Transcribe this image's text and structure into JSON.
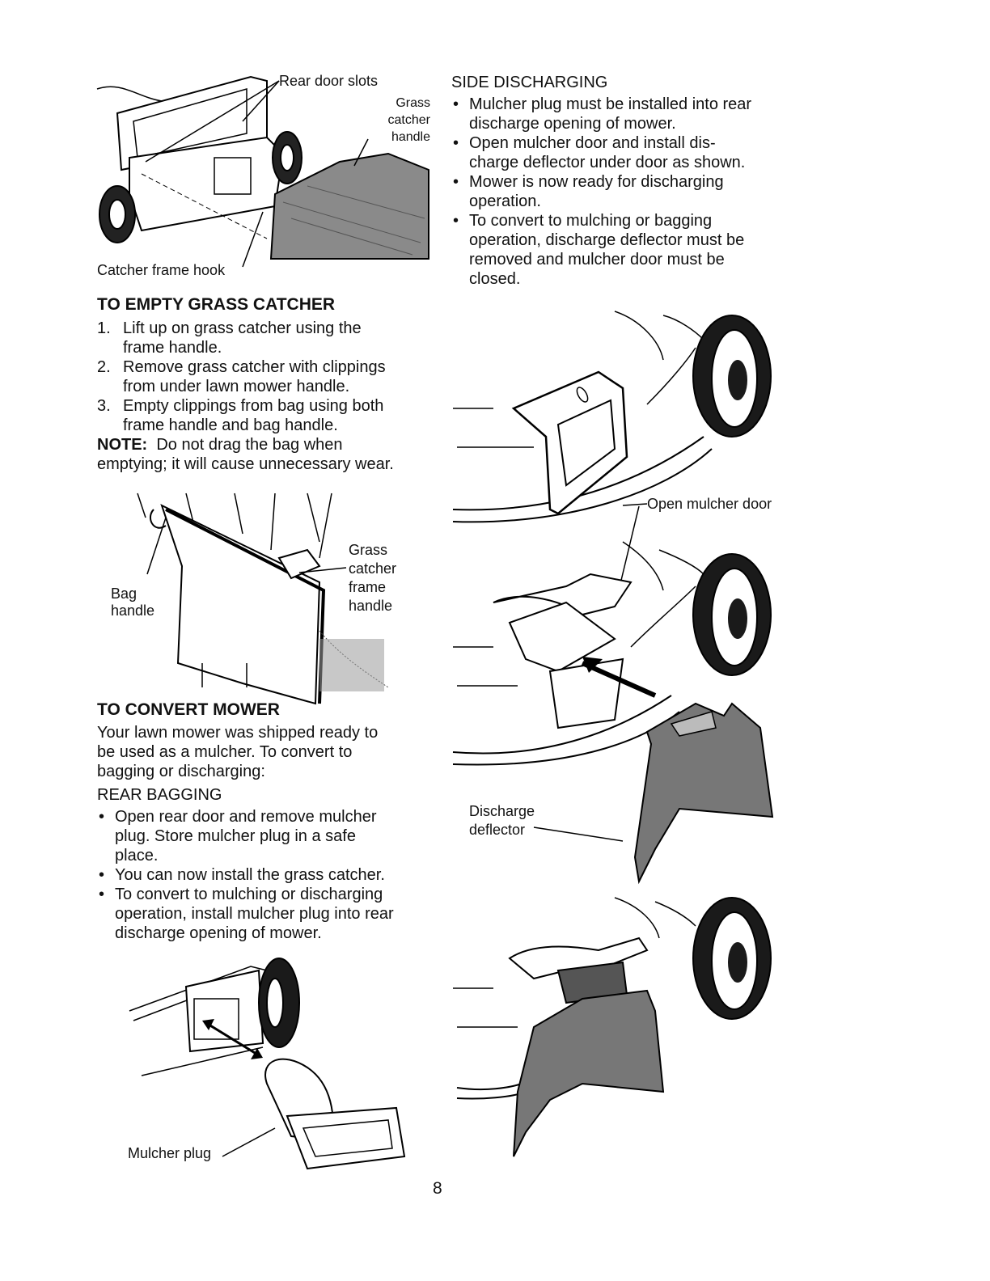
{
  "page_number": "8",
  "figures": {
    "catcher_top": {
      "rear_door_slots": "Rear door slots",
      "grass_catcher_handle": [
        "Grass",
        "catcher",
        "handle"
      ],
      "catcher_frame_hook": "Catcher frame hook"
    },
    "emptying": {
      "bag_handle": [
        "Bag",
        "handle"
      ],
      "grass_catcher_frame_handle": [
        "Grass",
        "catcher",
        "frame",
        "handle"
      ]
    },
    "mulcher_plug": {
      "label": "Mulcher plug"
    },
    "side": {
      "open_mulcher_door": "Open mulcher door",
      "discharge_deflector": [
        "Discharge",
        "deflector"
      ]
    }
  },
  "empty_catcher": {
    "heading": "TO EMPTY GRASS CATCHER",
    "steps": [
      {
        "num": "1.",
        "lines": [
          "Lift up on grass catcher using the",
          "frame handle."
        ]
      },
      {
        "num": "2.",
        "lines": [
          "Remove grass catcher with clippings",
          "from under lawn mower handle."
        ]
      },
      {
        "num": "3.",
        "lines": [
          "Empty clippings from bag using both",
          "frame handle and bag handle."
        ]
      }
    ],
    "note_label": "NOTE:",
    "note_lines": [
      "Do not drag the bag when",
      "emptying;  it will cause unnecessary wear."
    ]
  },
  "convert": {
    "heading": "TO CONVERT MOWER",
    "intro_lines": [
      "Your lawn mower was shipped ready to",
      "be used as a mulcher.  To convert to",
      "bagging or discharging:"
    ],
    "rear_bagging_heading": "REAR BAGGING",
    "rear_bullets": [
      {
        "lines": [
          "Open rear door and remove mulcher",
          "plug.  Store mulcher plug in a safe",
          "place."
        ]
      },
      {
        "lines": [
          "You can now install the grass catcher."
        ]
      },
      {
        "lines": [
          "To convert to mulching or discharging",
          "operation, install mulcher plug into rear",
          "discharge opening of mower."
        ]
      }
    ]
  },
  "side_discharging": {
    "heading": "SIDE DISCHARGING",
    "bullets": [
      {
        "lines": [
          "Mulcher plug must be installed into rear",
          "discharge opening of mower."
        ]
      },
      {
        "lines": [
          "Open mulcher door and install dis-",
          "charge deflector under door as shown."
        ]
      },
      {
        "lines": [
          "Mower is now ready for discharging",
          "operation."
        ]
      },
      {
        "lines": [
          "To convert to mulching or bagging",
          "operation, discharge deflector must be",
          "removed and mulcher door must be",
          "closed."
        ]
      }
    ]
  }
}
